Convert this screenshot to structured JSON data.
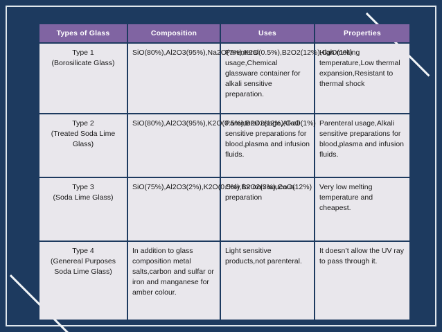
{
  "slide": {
    "background_color": "#1d3a5f",
    "border_color": "#dfe6ec",
    "header_fill": "#8064a2",
    "cell_fill": "#e9e7ec"
  },
  "table": {
    "headers": [
      "Types of Glass",
      "Composition",
      "Uses",
      "Properties"
    ],
    "rows": [
      {
        "type": "Type 1\n(Borosilicate Glass)",
        "composition": "SiO(80%),Al2O3(95%),Na2O(7%),K2O(0.5%),B2O2(12%),CaO(1%)",
        "uses": "Parenteral usage,Chemical glassware container for alkali sensitive preparation.",
        "properties": "High melting temperature,Low thermal expansion,Resistant to thermal shock"
      },
      {
        "type": "Type 2\n(Treated Soda Lime Glass)",
        "composition": "SiO(80%),Al2O3(95%),K2O(0.5%),B2O2(12%),CaO(1%)",
        "uses": "Parenteral usage,Alkali sensitive preparations for blood,plasma and infusion fluids.",
        "properties": "Parenteral usage,Alkali sensitive preparations for blood,plasma and infusion fluids."
      },
      {
        "type": "Type 3\n(Soda Lime Glass)",
        "composition": "SiO(75%),Al2O3(2%),K2O(0.5%),B2O2(3%),CaO(12%)",
        "uses": "Only for non aqueous preparation",
        "properties": "Very low melting temperature and cheapest."
      },
      {
        "type": "Type 4\n(Genereal Purposes Soda Lime Glass)",
        "composition": "In addition to glass composition metal salts,carbon and sulfar or iron and manganese for amber colour.",
        "uses": "Light sensitive products,not parenteral.",
        "properties": "It doesn’t allow the UV ray to pass through it."
      }
    ]
  }
}
